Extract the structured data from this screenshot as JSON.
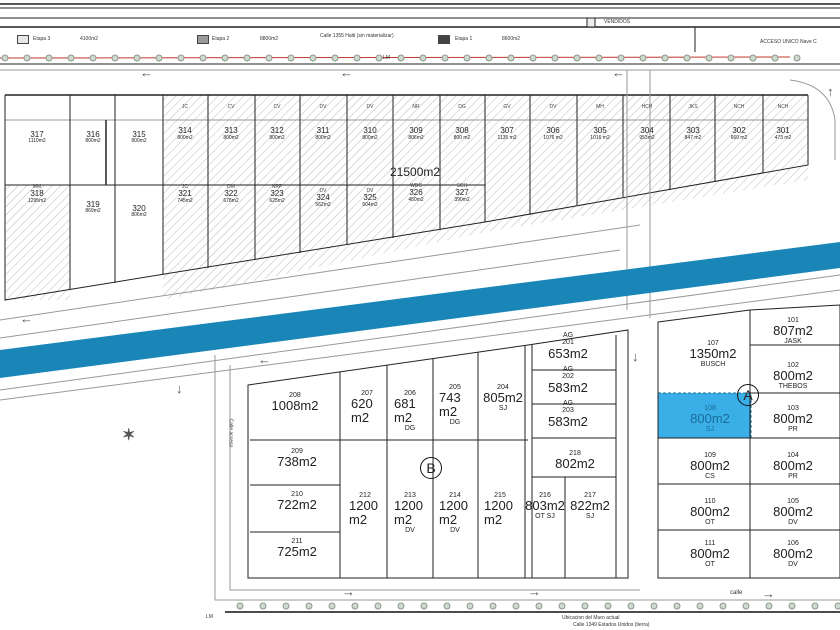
{
  "header": {
    "vendidos": "VENDIDOS",
    "legend": [
      {
        "label": "Etapa 3",
        "area": "4100m2",
        "color": "#e6e6e6"
      },
      {
        "label": "Etapa 2",
        "area": "8800m2",
        "color": "#9a9a9a"
      },
      {
        "label": "Etapa 1",
        "area": "8600m2",
        "color": "#444444"
      }
    ],
    "street_top": "Calle 1355  Haiti (sin materializar)",
    "access": "ACCESO UNICO Nave C",
    "lm": "LM"
  },
  "block_300_total": "21500m2",
  "lots": [
    {
      "id": "317",
      "area": "1110m2",
      "owner": ""
    },
    {
      "id": "316",
      "area": "800m2",
      "owner": ""
    },
    {
      "id": "315",
      "area": "800m2",
      "owner": ""
    },
    {
      "id": "314",
      "area": "800m2",
      "owner": "JC"
    },
    {
      "id": "313",
      "area": "800m2",
      "owner": "CV"
    },
    {
      "id": "312",
      "area": "800m2",
      "owner": "CV"
    },
    {
      "id": "311",
      "area": "800m2",
      "owner": "DV"
    },
    {
      "id": "310",
      "area": "800m2",
      "owner": "DV"
    },
    {
      "id": "309",
      "area": "806m2",
      "owner": "NR"
    },
    {
      "id": "308",
      "area": "800 m2",
      "owner": "DG"
    },
    {
      "id": "307",
      "area": "1135 m2",
      "owner": "GV"
    },
    {
      "id": "306",
      "area": "1076 m2",
      "owner": "DV"
    },
    {
      "id": "305",
      "area": "1016 m2",
      "owner": "MH"
    },
    {
      "id": "304",
      "area": "953m2",
      "owner": "HCH"
    },
    {
      "id": "303",
      "area": "847 m2",
      "owner": "JKS"
    },
    {
      "id": "302",
      "area": "660 m2",
      "owner": "NCH"
    },
    {
      "id": "301",
      "area": "473 m2",
      "owner": "NCH"
    },
    {
      "id": "318",
      "area": "1295m2",
      "owner": "MM"
    },
    {
      "id": "319",
      "area": "869m2",
      "owner": ""
    },
    {
      "id": "320",
      "area": "806m2",
      "owner": ""
    },
    {
      "id": "321",
      "area": "745m2",
      "owner": "JC"
    },
    {
      "id": "322",
      "area": "678m2",
      "owner": "DM"
    },
    {
      "id": "323",
      "area": "625m2",
      "owner": "NRP"
    },
    {
      "id": "324",
      "area": "562m2",
      "owner": "DV"
    },
    {
      "id": "325",
      "area": "504m2",
      "owner": "DV"
    },
    {
      "id": "326",
      "area": "450m2",
      "owner": "WDC"
    },
    {
      "id": "327",
      "area": "390m2",
      "owner": "SCH"
    },
    {
      "id": "208",
      "area": "1008m2",
      "owner": ""
    },
    {
      "id": "207",
      "area": "620 m2",
      "owner": ""
    },
    {
      "id": "206",
      "area": "681 m2",
      "owner": "DG"
    },
    {
      "id": "205",
      "area": "743 m2",
      "owner": "DG"
    },
    {
      "id": "204",
      "area": "805m2",
      "owner": "SJ"
    },
    {
      "id": "201",
      "area": "653m2",
      "owner": "AG"
    },
    {
      "id": "202",
      "area": "583m2",
      "owner": "AG"
    },
    {
      "id": "203",
      "area": "583m2",
      "owner": "AG"
    },
    {
      "id": "218",
      "area": "802m2",
      "owner": ""
    },
    {
      "id": "209",
      "area": "738m2",
      "owner": ""
    },
    {
      "id": "210",
      "area": "722m2",
      "owner": ""
    },
    {
      "id": "211",
      "area": "725m2",
      "owner": ""
    },
    {
      "id": "212",
      "area": "1200 m2",
      "owner": ""
    },
    {
      "id": "213",
      "area": "1200 m2",
      "owner": "DV"
    },
    {
      "id": "214",
      "area": "1200 m2",
      "owner": "DV"
    },
    {
      "id": "215",
      "area": "1200 m2",
      "owner": ""
    },
    {
      "id": "216",
      "area": "803m2",
      "owner": "OT SJ"
    },
    {
      "id": "217",
      "area": "822m2",
      "owner": "SJ"
    },
    {
      "id": "107",
      "area": "1350m2",
      "owner": "BUSCH"
    },
    {
      "id": "101",
      "area": "807m2",
      "owner": "JASK"
    },
    {
      "id": "102",
      "area": "800m2",
      "owner": "THEBOS"
    },
    {
      "id": "108",
      "area": "800m2",
      "owner": "SJ"
    },
    {
      "id": "103",
      "area": "800m2",
      "owner": "PR"
    },
    {
      "id": "109",
      "area": "800m2",
      "owner": "CS"
    },
    {
      "id": "104",
      "area": "800m2",
      "owner": "PR"
    },
    {
      "id": "110",
      "area": "800m2",
      "owner": "OT"
    },
    {
      "id": "105",
      "area": "800m2",
      "owner": "DV"
    },
    {
      "id": "111",
      "area": "800m2",
      "owner": "OT"
    },
    {
      "id": "106",
      "area": "800m2",
      "owner": "DV"
    }
  ],
  "selected_lot": "108",
  "block_labels": {
    "a": "A",
    "b": "B"
  },
  "streets": {
    "access_road": "Calle acceso",
    "calle": "calle",
    "wall": "Ubicacion del Muro actual",
    "bottom": "Calle 1349  Estados Unidos (tierra)",
    "lm_bottom": "LM"
  },
  "colors": {
    "canal": "#1a86b8",
    "selected": "#3aaee6",
    "boundary": "#c0392b"
  }
}
